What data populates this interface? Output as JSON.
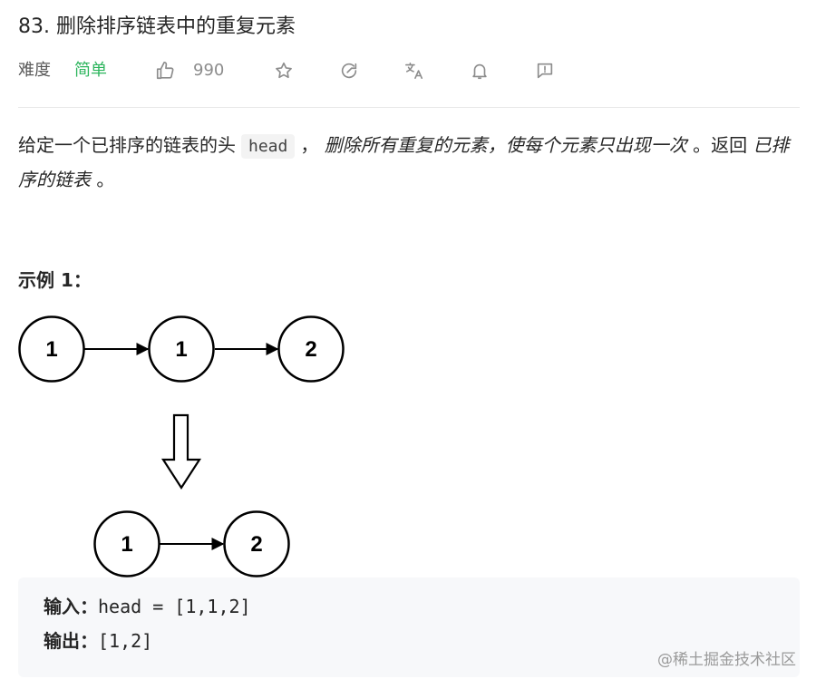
{
  "problem": {
    "title": "83. 删除排序链表中的重复元素",
    "difficulty_label": "难度",
    "difficulty_value": "简单",
    "like_count": "990",
    "icons": [
      "thumbs-up-icon",
      "star-icon",
      "refresh-icon",
      "translate-icon",
      "bell-icon",
      "feedback-icon"
    ]
  },
  "description": {
    "part1": "给定一个已排序的链表的头",
    "code": "head",
    "part2": "，",
    "emphasis1": "删除所有重复的元素，使每个元素只出现一次",
    "part3": "。返回",
    "emphasis2": "已排序的链表",
    "part4": "。"
  },
  "example": {
    "title": "示例 1：",
    "diagram": {
      "before": [
        "1",
        "1",
        "2"
      ],
      "after": [
        "1",
        "2"
      ]
    },
    "input_label": "输入：",
    "input_value": "head = [1,1,2]",
    "output_label": "输出：",
    "output_value": "[1,2]"
  },
  "watermark": "@稀土掘金技术社区",
  "colors": {
    "easy": "#2db55d",
    "icon": "#8c8c8c",
    "code_bg": "#f7f8fa"
  }
}
